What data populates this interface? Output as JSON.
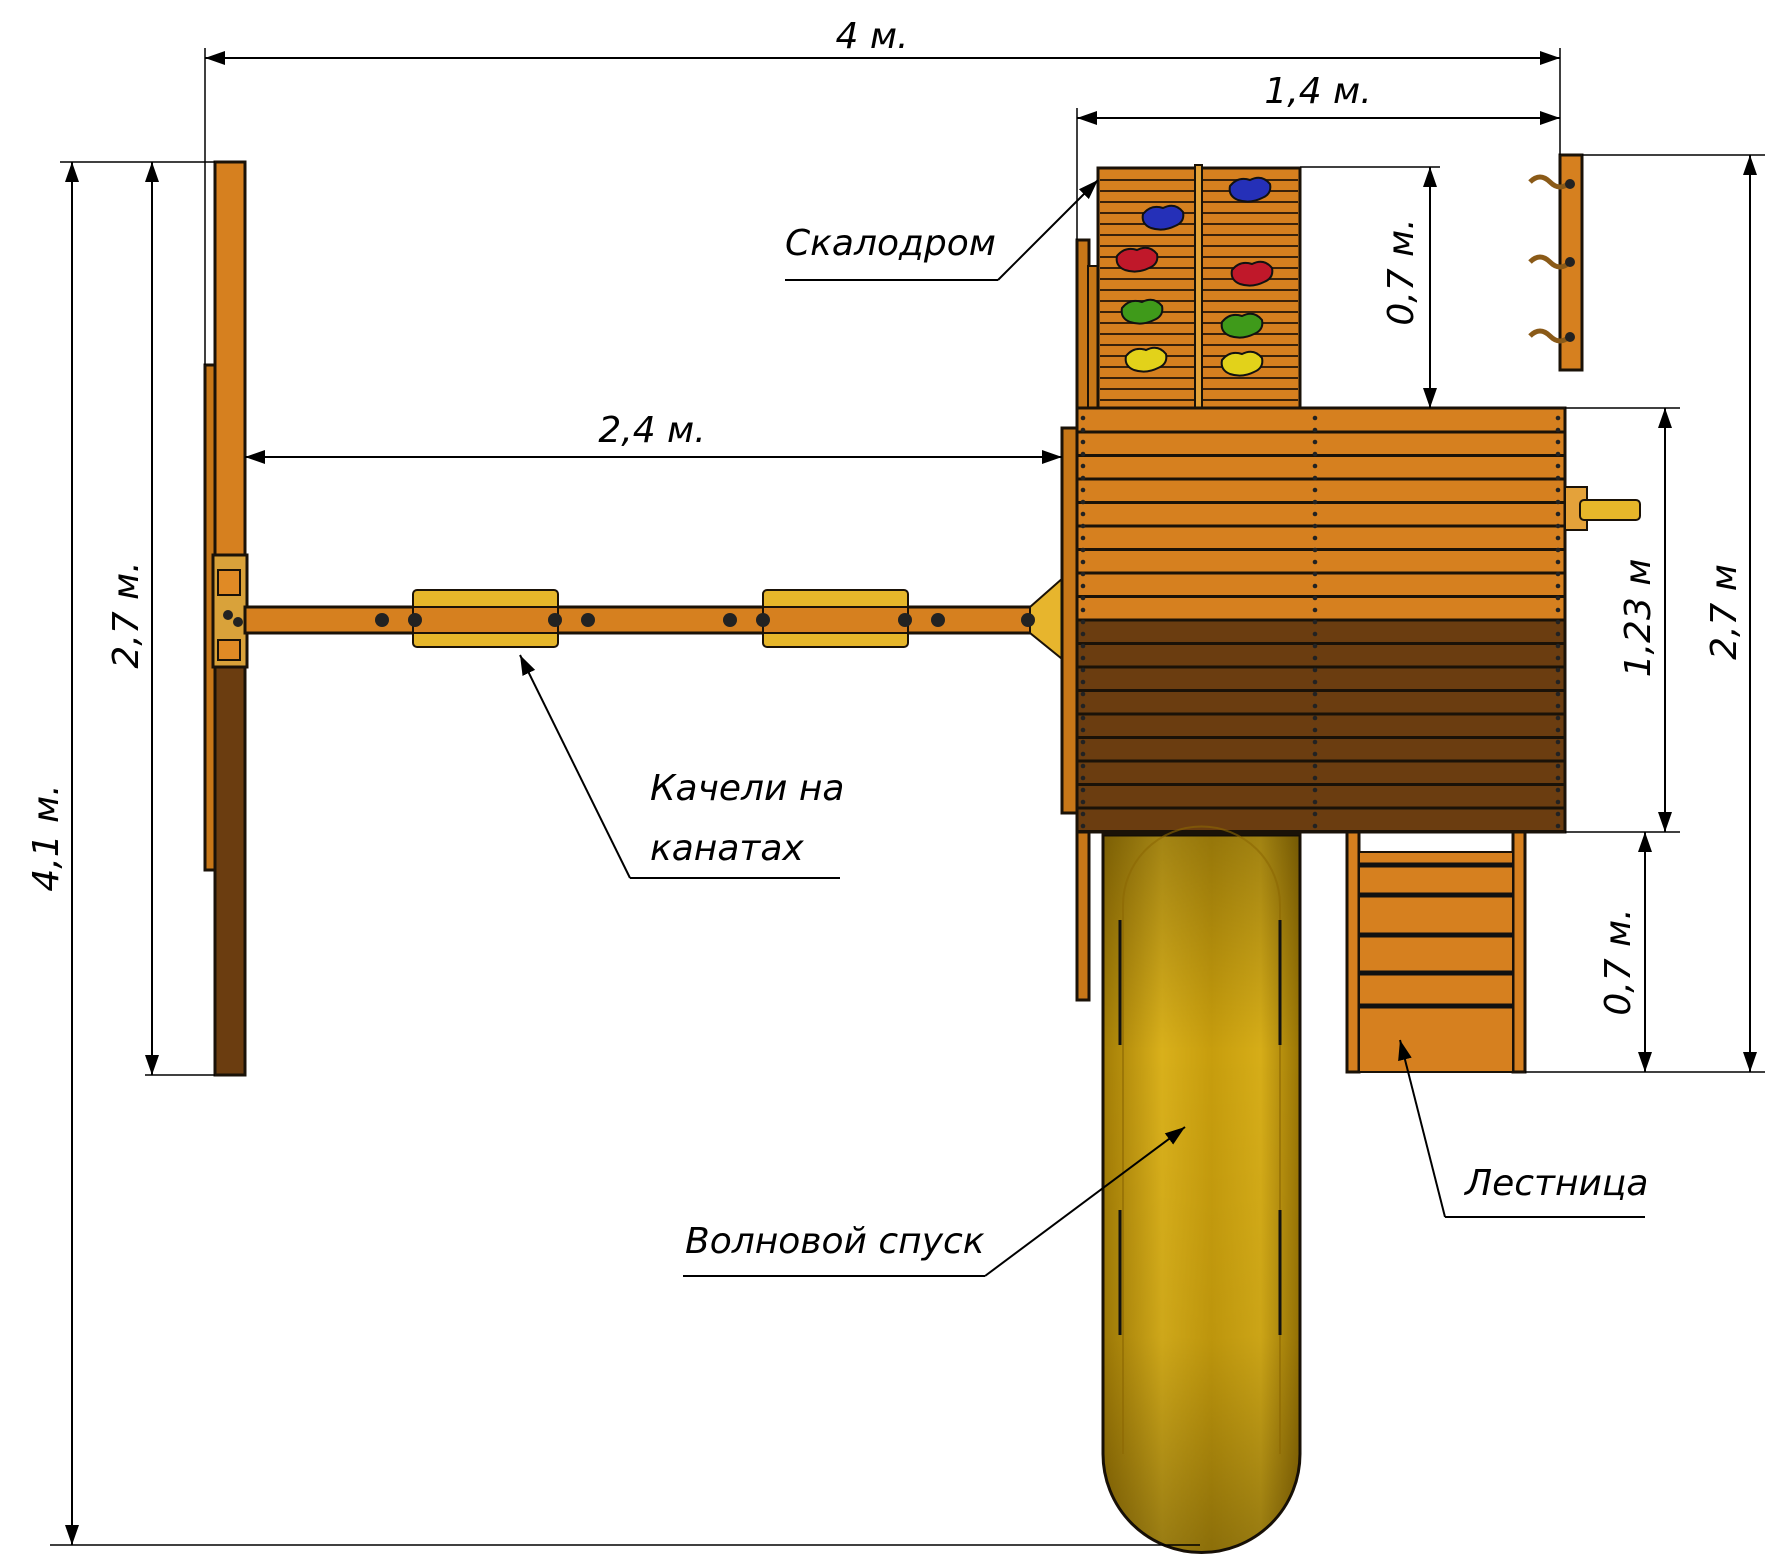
{
  "dimensions": {
    "total_width": "4 м.",
    "tower_width": "1,4 м.",
    "climb_wall_height": "0,7 м.",
    "swing_beam_length": "2,4 м.",
    "swing_frame_height": "2,7 м.",
    "total_depth": "4,1 м.",
    "platform_depth": "1,23 м",
    "tower_depth": "2,7 м",
    "ladder_length": "0,7 м."
  },
  "labels": {
    "climbing_wall": "Скалодром",
    "rope_swings_line1": "Качели на",
    "rope_swings_line2": "канатах",
    "wave_slide": "Волновой спуск",
    "ladder": "Лестница"
  },
  "colors": {
    "wood_light": "#d6801f",
    "wood_dark": "#6b3d10",
    "slide_yellow": "#c9a00c",
    "swing_seat": "#e6b62a",
    "grip_blue": "#2530b8",
    "grip_red": "#c0182a",
    "grip_green": "#3f9a1a",
    "grip_yellow": "#e2d21a"
  }
}
